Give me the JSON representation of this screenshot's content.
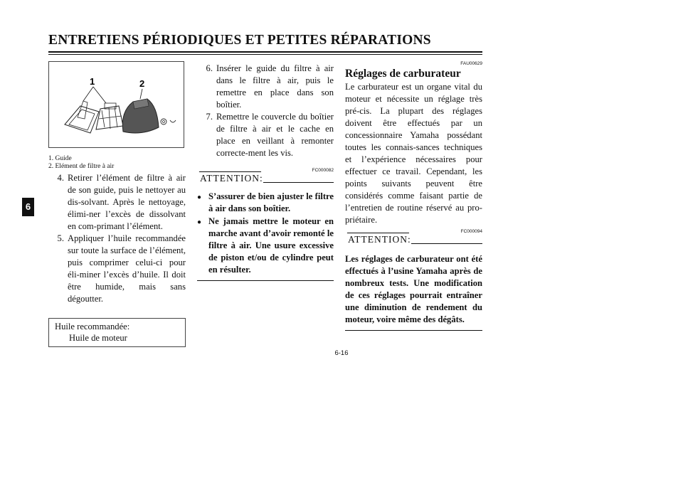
{
  "header": {
    "title": "ENTRETIENS PÉRIODIQUES ET PETITES RÉPARATIONS"
  },
  "side_tab": "6",
  "figure": {
    "callout_1": "1",
    "callout_2": "2"
  },
  "caption": {
    "item1": "1.   Guide",
    "item2": "2.   Elément de filtre à air"
  },
  "left_steps": [
    {
      "num": "4.",
      "text": "Retirer l’élément de filtre à air de son guide, puis le nettoyer au dis-solvant. Après le nettoyage, élimi-ner l’excès de dissolvant en com-primant l’élément."
    },
    {
      "num": "5.",
      "text": "Appliquer l’huile recommandée sur toute la surface de l’élément, puis comprimer celui-ci pour éli-miner l’excès d’huile. Il doit être humide, mais sans dégoutter."
    }
  ],
  "spec_box": {
    "label": "Huile recommandée:",
    "value": "Huile de moteur"
  },
  "middle_steps": [
    {
      "num": "6.",
      "text": "Insérer le guide du filtre à air dans le filtre à air, puis le remettre en place dans son boîtier."
    },
    {
      "num": "7.",
      "text": "Remettre le couvercle du boîtier de filtre à air et le cache en place en veillant à remonter correcte-ment les vis."
    }
  ],
  "attention1": {
    "code": "FC000082",
    "label": "ATTENTION:",
    "bullets": [
      "S’assurer de bien ajuster le filtre à air dans son boîtier.",
      "Ne jamais mettre le moteur en marche avant d’avoir remonté le filtre à air. Une usure excessive de piston et/ou de cylindre peut en résulter."
    ]
  },
  "section": {
    "code": "FAU00629",
    "title": "Réglages de carburateur",
    "body": "Le carburateur est un organe vital du moteur et nécessite un réglage très pré-cis. La plupart des réglages doivent être effectués par un concessionnaire Yamaha possédant toutes les connais-sances techniques et l’expérience nécessaires pour effectuer ce travail. Cependant, les points suivants peuvent être considérés comme faisant partie de l’entretien de routine réservé au pro-priétaire."
  },
  "attention2": {
    "code": "FC000094",
    "label": "ATTENTION:",
    "text": "Les réglages de carburateur ont été effectués à l’usine Yamaha après de nombreux tests. Une modification de ces réglages pourrait entraîner une diminution de rendement du moteur, voire même des dégâts."
  },
  "page_number": "6-16"
}
